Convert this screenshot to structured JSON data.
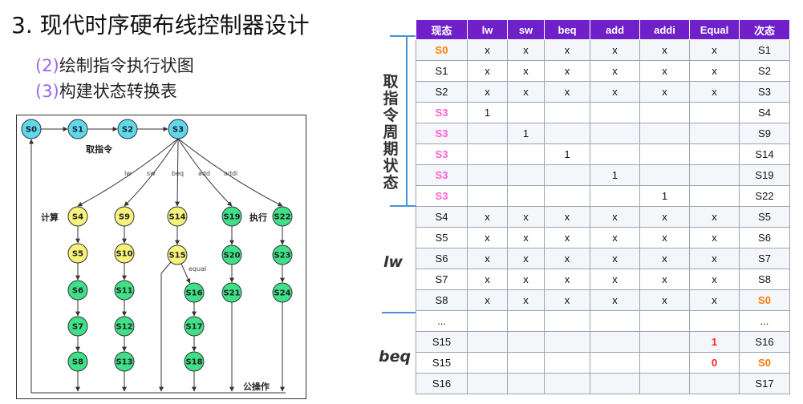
{
  "slide": {
    "title": "3. 现代时序硬布线控制器设计",
    "items": [
      {
        "num": "(2)",
        "text": "绘制指令执行状图"
      },
      {
        "num": "(3)",
        "text": "构建状态转换表"
      }
    ]
  },
  "fsm": {
    "nodes": {
      "S0": "S0",
      "S1": "S1",
      "S2": "S2",
      "S3": "S3",
      "S4": "S4",
      "S5": "S5",
      "S6": "S6",
      "S7": "S7",
      "S8": "S8",
      "S9": "S9",
      "S10": "S10",
      "S11": "S11",
      "S12": "S12",
      "S13": "S13",
      "S14": "S14",
      "S15": "S15",
      "S16": "S16",
      "S17": "S17",
      "S18": "S18",
      "S19": "S19",
      "S20": "S20",
      "S21": "S21",
      "S22": "S22",
      "S23": "S23",
      "S24": "S24"
    },
    "labels": {
      "fetch": "取指令",
      "compute": "计算",
      "execute": "执行",
      "common": "公操作",
      "equal": "equal"
    },
    "branches": [
      "lw",
      "sw",
      "beq",
      "add",
      "addi"
    ],
    "colors": {
      "cyan": "#5fd7ec",
      "yellow": "#f6f27a",
      "green": "#3ee088"
    }
  },
  "table": {
    "headers": [
      "现态",
      "lw",
      "sw",
      "beq",
      "add",
      "addi",
      "Equal",
      "次态"
    ],
    "rows": [
      {
        "cells": [
          "S0",
          "x",
          "x",
          "x",
          "x",
          "x",
          "x",
          "S1"
        ],
        "color0": "orange",
        "color7": ""
      },
      {
        "cells": [
          "S1",
          "x",
          "x",
          "x",
          "x",
          "x",
          "x",
          "S2"
        ],
        "color0": "",
        "color7": ""
      },
      {
        "cells": [
          "S2",
          "x",
          "x",
          "x",
          "x",
          "x",
          "x",
          "S3"
        ],
        "color0": "",
        "color7": ""
      },
      {
        "cells": [
          "S3",
          "1",
          "",
          "",
          "",
          "",
          "",
          "S4"
        ],
        "color0": "pink",
        "color7": ""
      },
      {
        "cells": [
          "S3",
          "",
          "1",
          "",
          "",
          "",
          "",
          "S9"
        ],
        "color0": "pink",
        "color7": ""
      },
      {
        "cells": [
          "S3",
          "",
          "",
          "1",
          "",
          "",
          "",
          "S14"
        ],
        "color0": "pink",
        "color7": ""
      },
      {
        "cells": [
          "S3",
          "",
          "",
          "",
          "1",
          "",
          "",
          "S19"
        ],
        "color0": "pink",
        "color7": ""
      },
      {
        "cells": [
          "S3",
          "",
          "",
          "",
          "",
          "1",
          "",
          "S22"
        ],
        "color0": "pink",
        "color7": ""
      },
      {
        "cells": [
          "S4",
          "x",
          "x",
          "x",
          "x",
          "x",
          "x",
          "S5"
        ],
        "color0": "",
        "color7": ""
      },
      {
        "cells": [
          "S5",
          "x",
          "x",
          "x",
          "x",
          "x",
          "x",
          "S6"
        ],
        "color0": "",
        "color7": ""
      },
      {
        "cells": [
          "S6",
          "x",
          "x",
          "x",
          "x",
          "x",
          "x",
          "S7"
        ],
        "color0": "",
        "color7": ""
      },
      {
        "cells": [
          "S7",
          "x",
          "x",
          "x",
          "x",
          "x",
          "x",
          "S8"
        ],
        "color0": "",
        "color7": ""
      },
      {
        "cells": [
          "S8",
          "x",
          "x",
          "x",
          "x",
          "x",
          "x",
          "S0"
        ],
        "color0": "",
        "color7": "orange"
      },
      {
        "cells": [
          "...",
          "",
          "",
          "",
          "",
          "",
          "",
          "..."
        ],
        "color0": "",
        "color7": ""
      },
      {
        "cells": [
          "S15",
          "",
          "",
          "",
          "",
          "",
          "1",
          "S16"
        ],
        "color0": "",
        "color7": "",
        "color6": "red"
      },
      {
        "cells": [
          "S15",
          "",
          "",
          "",
          "",
          "",
          "0",
          "S0"
        ],
        "color0": "",
        "color7": "orange",
        "color6": "red"
      },
      {
        "cells": [
          "S16",
          "",
          "",
          "",
          "",
          "",
          "",
          "S17"
        ],
        "color0": "",
        "color7": ""
      }
    ],
    "groups": {
      "fetch": "取指令周期状态",
      "lw": "lw",
      "beq": "beq"
    }
  }
}
